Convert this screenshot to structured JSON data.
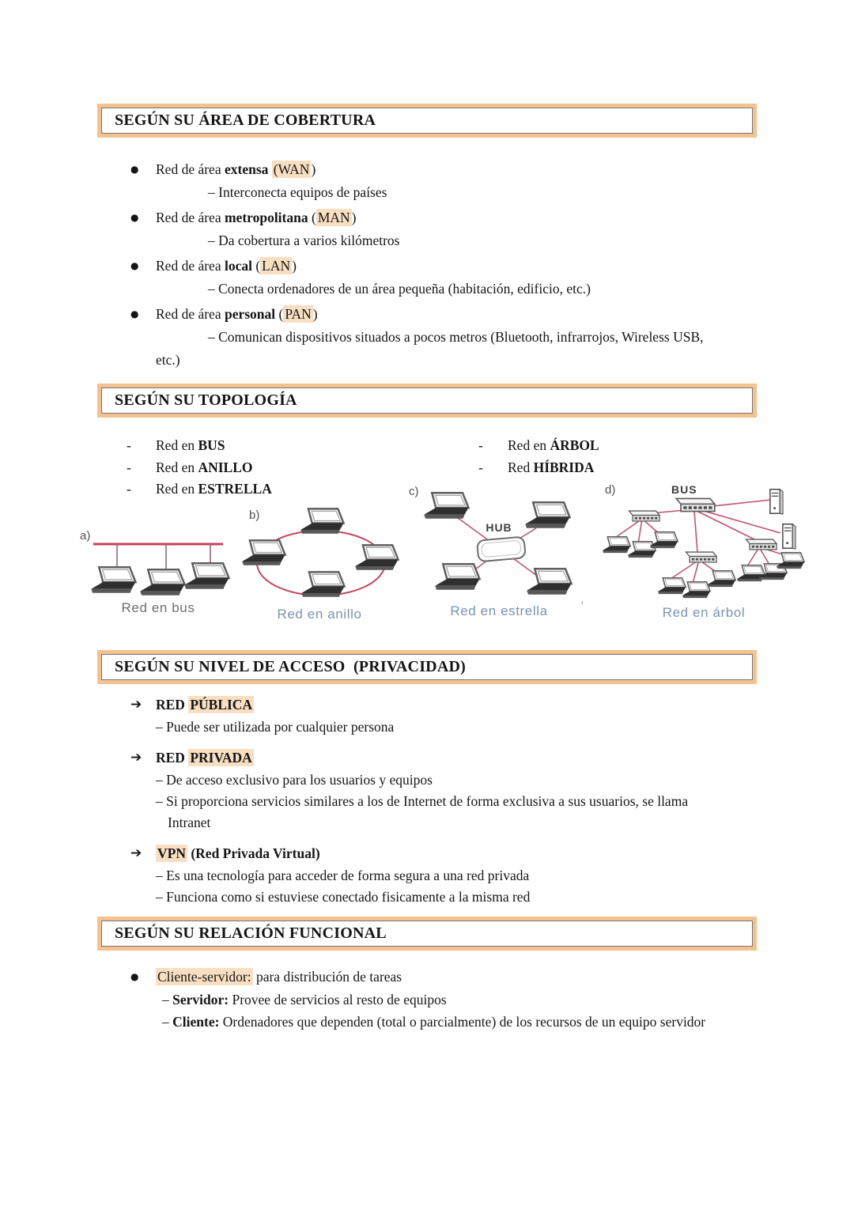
{
  "glyphs": {
    "bullet": "●",
    "arrow": "➔",
    "dash": "-"
  },
  "colors": {
    "accent_border": "#f3c28f",
    "highlight": "#f9dfc2",
    "diagram_line_red": "#c2485f",
    "caption_blue": "#7b93ad"
  },
  "coverage": {
    "title": "SEGÚN SU ÁREA DE COBERTURA",
    "items": [
      {
        "main": [
          {
            "t": "Red de área "
          },
          {
            "t": "extensa",
            "b": true
          },
          {
            "t": " "
          },
          {
            "t": "(WAN",
            "h": true
          },
          {
            "t": ")"
          }
        ],
        "sub": [
          {
            "t": "– Interconecta equipos de países"
          }
        ]
      },
      {
        "main": [
          {
            "t": "Red de área "
          },
          {
            "t": "metropolitana",
            "b": true
          },
          {
            "t": " ("
          },
          {
            "t": "MAN",
            "h": true
          },
          {
            "t": ")"
          }
        ],
        "sub": [
          {
            "t": "– Da cobertura a varios kilómetros"
          }
        ]
      },
      {
        "main": [
          {
            "t": "Red de área "
          },
          {
            "t": "local",
            "b": true
          },
          {
            "t": " ("
          },
          {
            "t": "LAN",
            "h": true
          },
          {
            "t": ")"
          }
        ],
        "sub": [
          {
            "t": "– Conecta ordenadores de un área pequeña (habitación, edificio, etc.)"
          }
        ]
      },
      {
        "main": [
          {
            "t": "Red de área "
          },
          {
            "t": "personal",
            "b": true
          },
          {
            "t": " ("
          },
          {
            "t": "PAN",
            "h": true
          },
          {
            "t": ")"
          }
        ],
        "sub": [
          {
            "t": "– Comunican dispositivos situados a pocos metros (Bluetooth, infrarrojos, Wireless USB, etc.)"
          }
        ]
      }
    ]
  },
  "topologia": {
    "title": "SEGÚN SU TOPOLOGÍA",
    "left_items": [
      [
        {
          "t": "Red en "
        },
        {
          "t": "BUS",
          "b": true
        }
      ],
      [
        {
          "t": "Red en "
        },
        {
          "t": "ANILLO",
          "b": true
        }
      ],
      [
        {
          "t": "Red en "
        },
        {
          "t": "ESTRELLA",
          "b": true
        }
      ]
    ],
    "right_items": [
      [
        {
          "t": "Red en "
        },
        {
          "t": "ÁRBOL",
          "b": true
        }
      ],
      [
        {
          "t": "Red "
        },
        {
          "t": "HÍBRIDA",
          "b": true
        }
      ]
    ],
    "diagram": {
      "marker_a": "a)",
      "marker_b": "b)",
      "marker_c": "c)",
      "marker_d": "d)",
      "hub_label": "HUB",
      "bus_label": "BUS",
      "caption_bus": "Red en bus",
      "caption_ring": "Red en anillo",
      "caption_star": "Red en estrella",
      "caption_tree": "Red en árbol",
      "stray_mark": "'"
    }
  },
  "acceso": {
    "title": "SEGÚN SU NIVEL DE ACCESO  (PRIVACIDAD)",
    "items": [
      {
        "main": [
          {
            "t": "RED ",
            "b": true
          },
          {
            "t": "PÚBLICA",
            "b": true,
            "h": true
          }
        ],
        "subs": [
          [
            {
              "t": "– Puede ser utilizada por cualquier persona"
            }
          ]
        ]
      },
      {
        "main": [
          {
            "t": "RED ",
            "b": true
          },
          {
            "t": "PRIVADA",
            "b": true,
            "h": true
          }
        ],
        "subs": [
          [
            {
              "t": "– De acceso exclusivo para los usuarios y equipos"
            }
          ],
          [
            {
              "t": "– Si proporciona servicios similares a los de Internet de forma exclusiva a sus usuarios, se llama Intranet"
            }
          ]
        ]
      },
      {
        "main": [
          {
            "t": "VPN",
            "b": true,
            "h": true
          },
          {
            "t": " (Red Privada Virtual)",
            "b": true
          }
        ],
        "subs": [
          [
            {
              "t": "– Es una tecnología para acceder de forma segura a una red privada"
            }
          ],
          [
            {
              "t": "– Funciona como si estuviese conectado fisicamente a la misma red"
            }
          ]
        ]
      }
    ]
  },
  "funcional": {
    "title": "SEGÚN SU RELACIÓN FUNCIONAL",
    "items": [
      {
        "main": [
          {
            "t": "Cliente-servidor:",
            "h": true
          },
          {
            "t": " para distribución de tareas"
          }
        ],
        "subs": [
          [
            {
              "t": "– "
            },
            {
              "t": "Servidor:",
              "b": true
            },
            {
              "t": " Provee de servicios al resto de equipos"
            }
          ],
          [
            {
              "t": "– "
            },
            {
              "t": "Cliente:",
              "b": true
            },
            {
              "t": " Ordenadores que dependen (total o parcialmente) de los recursos de un equipo servidor"
            }
          ]
        ]
      }
    ]
  }
}
